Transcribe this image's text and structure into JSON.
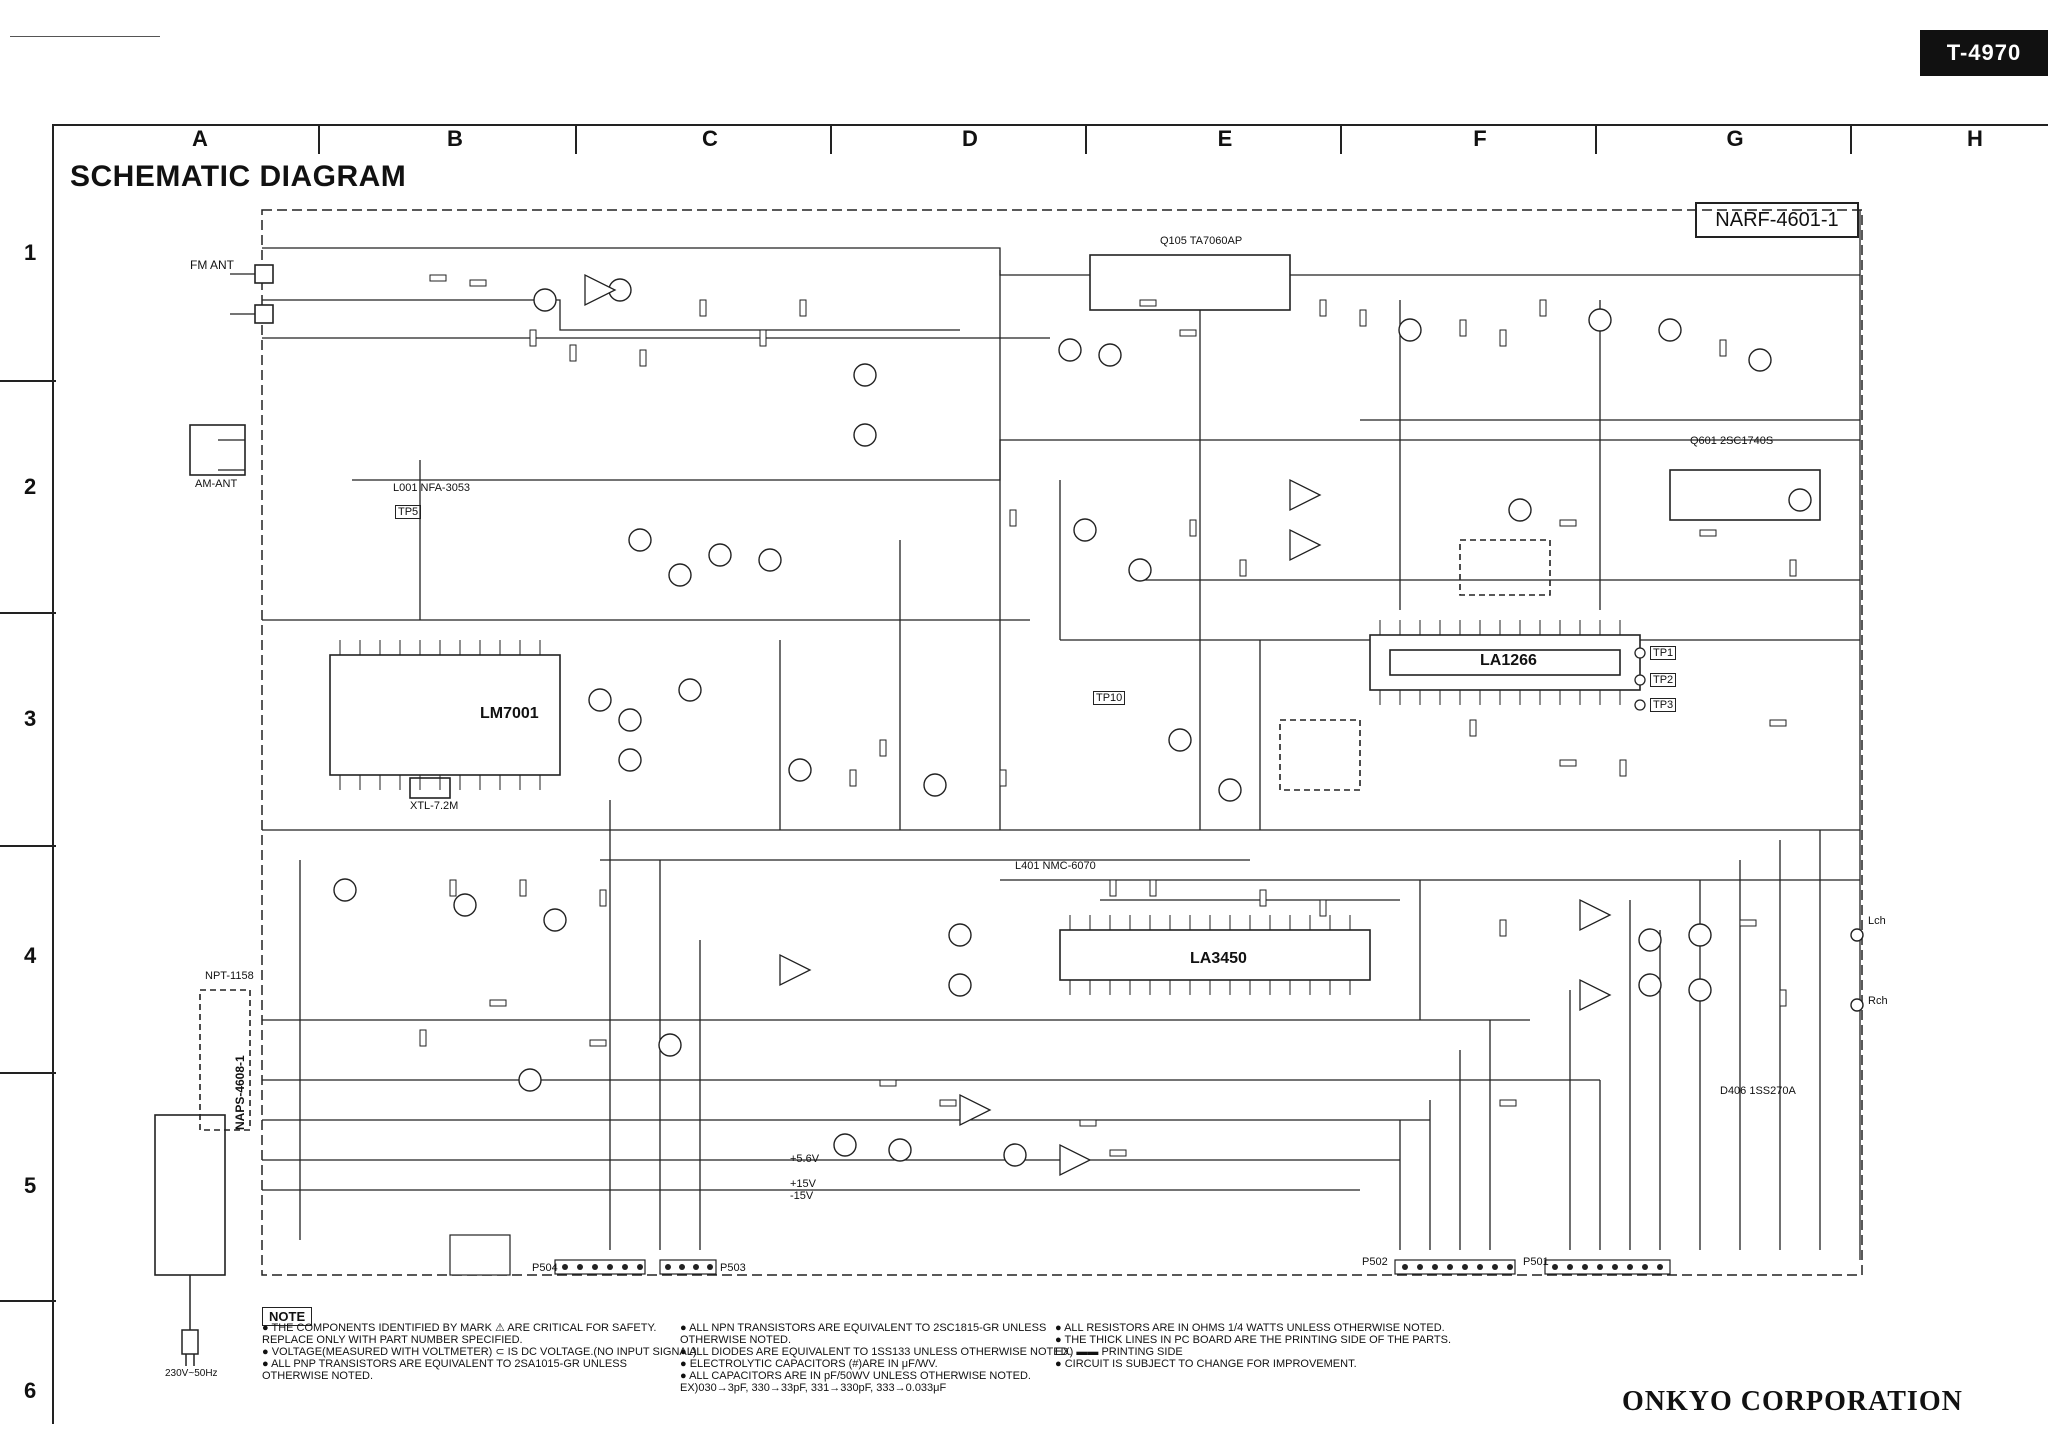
{
  "model": "T-4970",
  "title": "SCHEMATIC DIAGRAM",
  "board_id": "NARF-4601-1",
  "columns": [
    "A",
    "B",
    "C",
    "D",
    "E",
    "F",
    "G",
    "H"
  ],
  "rows": [
    "1",
    "2",
    "3",
    "4",
    "5",
    "6"
  ],
  "ic_labels": {
    "pll": "LM7001",
    "if_ic": "LA1266",
    "mpx": "LA3450",
    "power": "NAPS-4608-1"
  },
  "labels": {
    "fm_ant": "FM ANT",
    "am_ant": "AM-ANT",
    "tp1": "TP1",
    "tp2": "TP2",
    "tp3": "TP3",
    "tp5": "TP5",
    "tp10": "TP10",
    "xtal": "XTL-7.2M",
    "transformer": "NPT-1158",
    "mains": "230V~50Hz",
    "lch": "Lch",
    "rch": "Rch",
    "p504": "P504",
    "p503": "P503",
    "p502": "P502",
    "p501": "P501",
    "plus15": "+15V",
    "minus15": "-15V",
    "plus56": "+5.6V",
    "l001": "L001 NFA-3053",
    "q105": "Q105 TA7060AP",
    "q601": "Q601 2SC1740S",
    "l401": "L401 NMC-6070",
    "d406": "D406 1SS270A"
  },
  "note_heading": "NOTE",
  "notes_col1": [
    "● THE COMPONENTS IDENTIFIED BY MARK ⚠ ARE CRITICAL FOR SAFETY.",
    "   REPLACE ONLY WITH PART NUMBER SPECIFIED.",
    "● VOLTAGE(MEASURED WITH VOLTMETER) ⊂ IS DC VOLTAGE.(NO INPUT SIGNAL)",
    "● ALL PNP TRANSISTORS ARE EQUIVALENT TO 2SA1015-GR UNLESS",
    "   OTHERWISE NOTED."
  ],
  "notes_col2": [
    "● ALL NPN TRANSISTORS ARE EQUIVALENT TO 2SC1815-GR UNLESS",
    "   OTHERWISE NOTED.",
    "● ALL DIODES ARE EQUIVALENT TO 1SS133 UNLESS OTHERWISE NOTED.",
    "● ELECTROLYTIC CAPACITORS (#)ARE IN μF/WV.",
    "● ALL CAPACITORS ARE IN pF/50WV UNLESS OTHERWISE NOTED.",
    "   EX)030→3pF, 330→33pF, 331→330pF, 333→0.033μF"
  ],
  "notes_col3": [
    "● ALL RESISTORS ARE IN OHMS 1/4 WATTS UNLESS OTHERWISE NOTED.",
    "● THE THICK LINES IN PC BOARD ARE THE PRINTING SIDE OF THE PARTS.",
    "   EX) ▬▬ PRINTING SIDE",
    "● CIRCUIT IS SUBJECT TO CHANGE FOR IMPROVEMENT."
  ],
  "corporation": "ONKYO CORPORATION"
}
